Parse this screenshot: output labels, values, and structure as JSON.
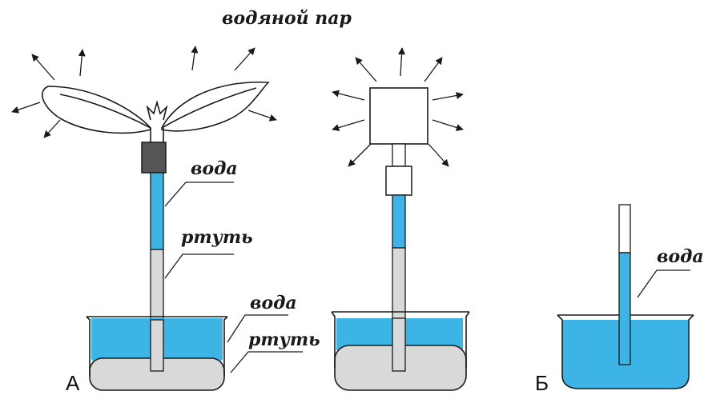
{
  "labels": {
    "vapor": "водяной пар",
    "water_tube_a": "вода",
    "mercury_tube_a": "ртуть",
    "water_vessel_a": "вода",
    "mercury_vessel_a": "ртуть",
    "water_b": "вода",
    "marker_a": "А",
    "marker_b": "Б"
  },
  "colors": {
    "water": "#3cb4e6",
    "mercury": "#d9d9d9",
    "stopper": "#555555",
    "outline": "#1a1a1a"
  }
}
